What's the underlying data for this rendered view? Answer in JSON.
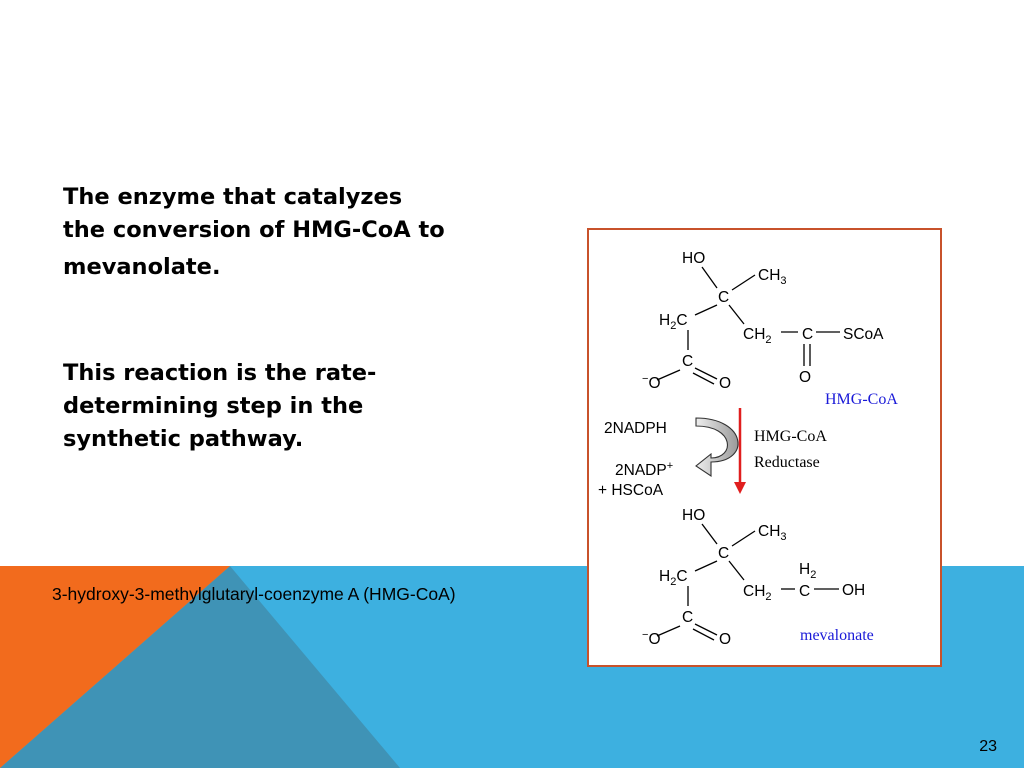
{
  "slide": {
    "heading": {
      "line1": "The enzyme that catalyzes",
      "line2": "the conversion of HMG-CoA to",
      "line3": "mevanolate."
    },
    "note": {
      "line1": "This reaction is the rate-",
      "line2": "determining step in the",
      "line3": "synthetic pathway."
    },
    "caption": "3-hydroxy-3-methylglutaryl-coenzyme A (HMG-CoA)",
    "page_number": "23"
  },
  "colors": {
    "orange": "#F26B1D",
    "sky_blue": "#3DB0E0",
    "steel_blue": "#3F93B6",
    "box_border": "#C8522B",
    "arrow_red": "#E01E1E",
    "label_blue": "#1A1AD8"
  },
  "diagram": {
    "substrate": {
      "name": "HMG-CoA",
      "ho": "HO",
      "ch": "CH",
      "sub3": "3",
      "c": "C",
      "h": "H",
      "sub2": "2",
      "scoa": "SCoA",
      "o": "O",
      "minus": "−"
    },
    "reaction": {
      "cofactor_in": "2NADPH",
      "cofactor_out": "2NADP",
      "plus_sign": "+",
      "byproduct": "+ HSCoA",
      "enzyme_line1": "HMG-CoA",
      "enzyme_line2": "Reductase"
    },
    "product": {
      "name": "mevalonate",
      "ho": "HO",
      "ch": "CH",
      "sub3": "3",
      "c": "C",
      "h": "H",
      "sub2": "2",
      "oh": "OH",
      "o": "O",
      "minus": "−"
    }
  }
}
